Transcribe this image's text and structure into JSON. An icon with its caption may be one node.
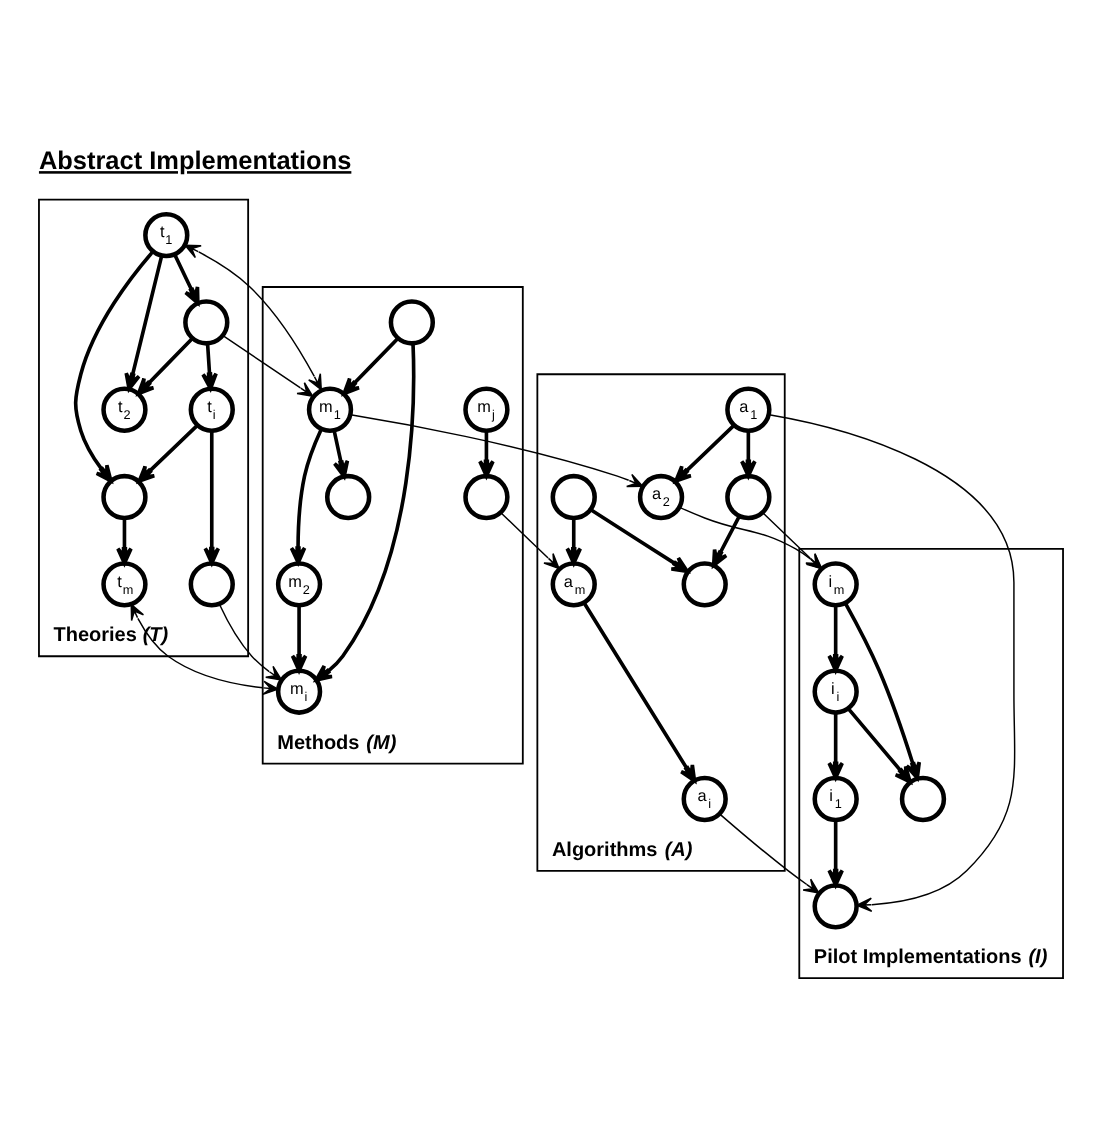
{
  "diagram": {
    "title": "Abstract Implementations",
    "nodes": [
      {
        "text": [
          "Theories *(T)*"
        ]
      },
      {
        "text": [
          "t$_{1}$"
        ],
        "in": 0
      },
      {
        "text": [],
        "shape": "circle",
        "in": 0
      },
      {
        "text": [
          "t$_{2}$"
        ],
        "in": 0
      },
      {
        "text": [],
        "shape": "circle",
        "in": 0
      },
      {
        "text": [
          "t$_{i}$"
        ],
        "in": 0
      },
      {
        "text": [
          "t$_{m}$"
        ],
        "in": 0
      },
      {
        "text": [],
        "shape": "circle",
        "in": 0
      },
      {
        "text": [
          "Methods *(M)*"
        ]
      },
      {
        "text": [
          "m$_{2}$"
        ],
        "in": 8
      },
      {
        "text": [
          "m$_{i}$"
        ],
        "in": 8
      },
      {
        "text": [],
        "shape": "circle",
        "in": 8
      },
      {
        "text": [],
        "shape": "circle",
        "in": 8
      },
      {
        "text": [
          "m$_{1}$"
        ],
        "in": 8
      },
      {
        "text": [],
        "shape": "circle",
        "in": 8
      },
      {
        "text": [
          "m$_{j}$"
        ],
        "in": 8
      },
      {
        "text": [
          "Algorithms *(A)*"
        ]
      },
      {
        "text": [],
        "shape": "circle",
        "in": 16
      },
      {
        "text": [
          "a$_{m}$"
        ],
        "in": 16
      },
      {
        "text": [
          "a$_{2}$"
        ],
        "in": 16
      },
      {
        "text": [],
        "shape": "circle",
        "in": 16
      },
      {
        "text": [
          "a$_{1}$"
        ],
        "in": 16
      },
      {
        "text": [],
        "shape": "circle",
        "in": 16
      },
      {
        "text": [
          "a$_{i}$"
        ],
        "in": 16
      },
      {
        "text": [
          "Pilot Implementations *(I)*"
        ]
      },
      {
        "text": [
          "i$_{i}$"
        ],
        "in": 24
      },
      {
        "text": [],
        "shape": "circle",
        "in": 24
      },
      {
        "text": [
          "i$_{m}$"
        ],
        "in": 24
      },
      {
        "text": [],
        "shape": "circle",
        "in": 24
      },
      {
        "text": [
          "i$_{1}$"
        ],
        "in": 24
      }
    ],
    "edges": [
      {
        "from": 1,
        "to": 2,
        "arrow": "to"
      },
      {
        "from": 1,
        "to": 3,
        "arrow": "to"
      },
      {
        "from": 1,
        "to": 4,
        "arrow": "to"
      },
      {
        "from": 4,
        "to": 3,
        "arrow": "to"
      },
      {
        "from": 4,
        "to": 5,
        "arrow": "to"
      },
      {
        "from": 5,
        "to": 2,
        "arrow": "to"
      },
      {
        "from": 5,
        "to": 7,
        "arrow": "to"
      },
      {
        "from": 2,
        "to": 6,
        "arrow": "to"
      },
      {
        "from": 1,
        "to": 13,
        "arrow": "both"
      },
      {
        "from": 4,
        "to": 13,
        "arrow": "to"
      },
      {
        "from": 7,
        "to": 10,
        "arrow": "to"
      },
      {
        "from": 6,
        "to": 10,
        "arrow": "both"
      },
      {
        "from": 9,
        "to": 10,
        "arrow": "to"
      },
      {
        "from": 13,
        "to": 9,
        "arrow": "to"
      },
      {
        "from": 11,
        "to": 10,
        "arrow": "to"
      },
      {
        "from": 11,
        "to": 13,
        "arrow": "to"
      },
      {
        "from": 13,
        "to": 14,
        "arrow": "to"
      },
      {
        "from": 15,
        "to": 12,
        "arrow": "to"
      },
      {
        "from": 12,
        "to": 18,
        "arrow": "to"
      },
      {
        "from": 13,
        "to": 19,
        "arrow": "to"
      },
      {
        "from": 17,
        "to": 18,
        "arrow": "to"
      },
      {
        "from": 17,
        "to": 20,
        "arrow": "to"
      },
      {
        "from": 21,
        "to": 19,
        "arrow": "to"
      },
      {
        "from": 21,
        "to": 22,
        "arrow": "to"
      },
      {
        "from": 22,
        "to": 20,
        "arrow": "to"
      },
      {
        "from": 18,
        "to": 23,
        "arrow": "to"
      },
      {
        "from": 21,
        "to": 28,
        "arrow": "to"
      },
      {
        "from": 19,
        "to": 27,
        "arrow": "to"
      },
      {
        "from": 22,
        "to": 27,
        "arrow": "to"
      },
      {
        "from": 23,
        "to": 28,
        "arrow": "to"
      },
      {
        "from": 25,
        "to": 26,
        "arrow": "to"
      },
      {
        "from": 25,
        "to": 29,
        "arrow": "to"
      },
      {
        "from": 27,
        "to": 25,
        "arrow": "to"
      },
      {
        "from": 27,
        "to": 26,
        "arrow": "to"
      },
      {
        "from": 29,
        "to": 28,
        "arrow": "to"
      }
    ]
  }
}
